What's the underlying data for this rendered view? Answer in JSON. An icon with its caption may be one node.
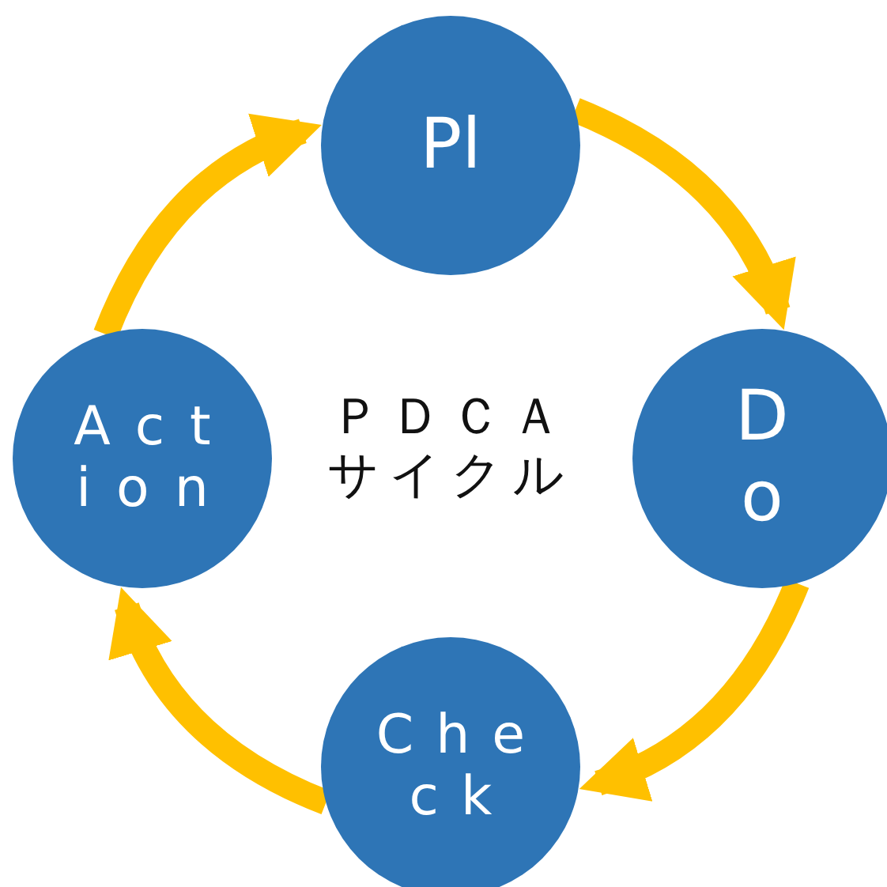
{
  "diagram": {
    "nodes": [
      {
        "text": [
          "Pl"
        ]
      },
      {
        "text": [
          "Do"
        ]
      },
      {
        "text": [
          "Check"
        ]
      },
      {
        "text": [
          "Action"
        ]
      }
    ],
    "edges": [
      {
        "from": 0,
        "to": 1,
        "arrow": "to"
      },
      {
        "from": 1,
        "to": 2,
        "arrow": "to"
      },
      {
        "from": 2,
        "to": 3,
        "arrow": "to"
      },
      {
        "from": 3,
        "to": 0,
        "arrow": "to"
      }
    ],
    "labels": [
      "ＰＤＣＡ",
      "サイクル"
    ]
  }
}
